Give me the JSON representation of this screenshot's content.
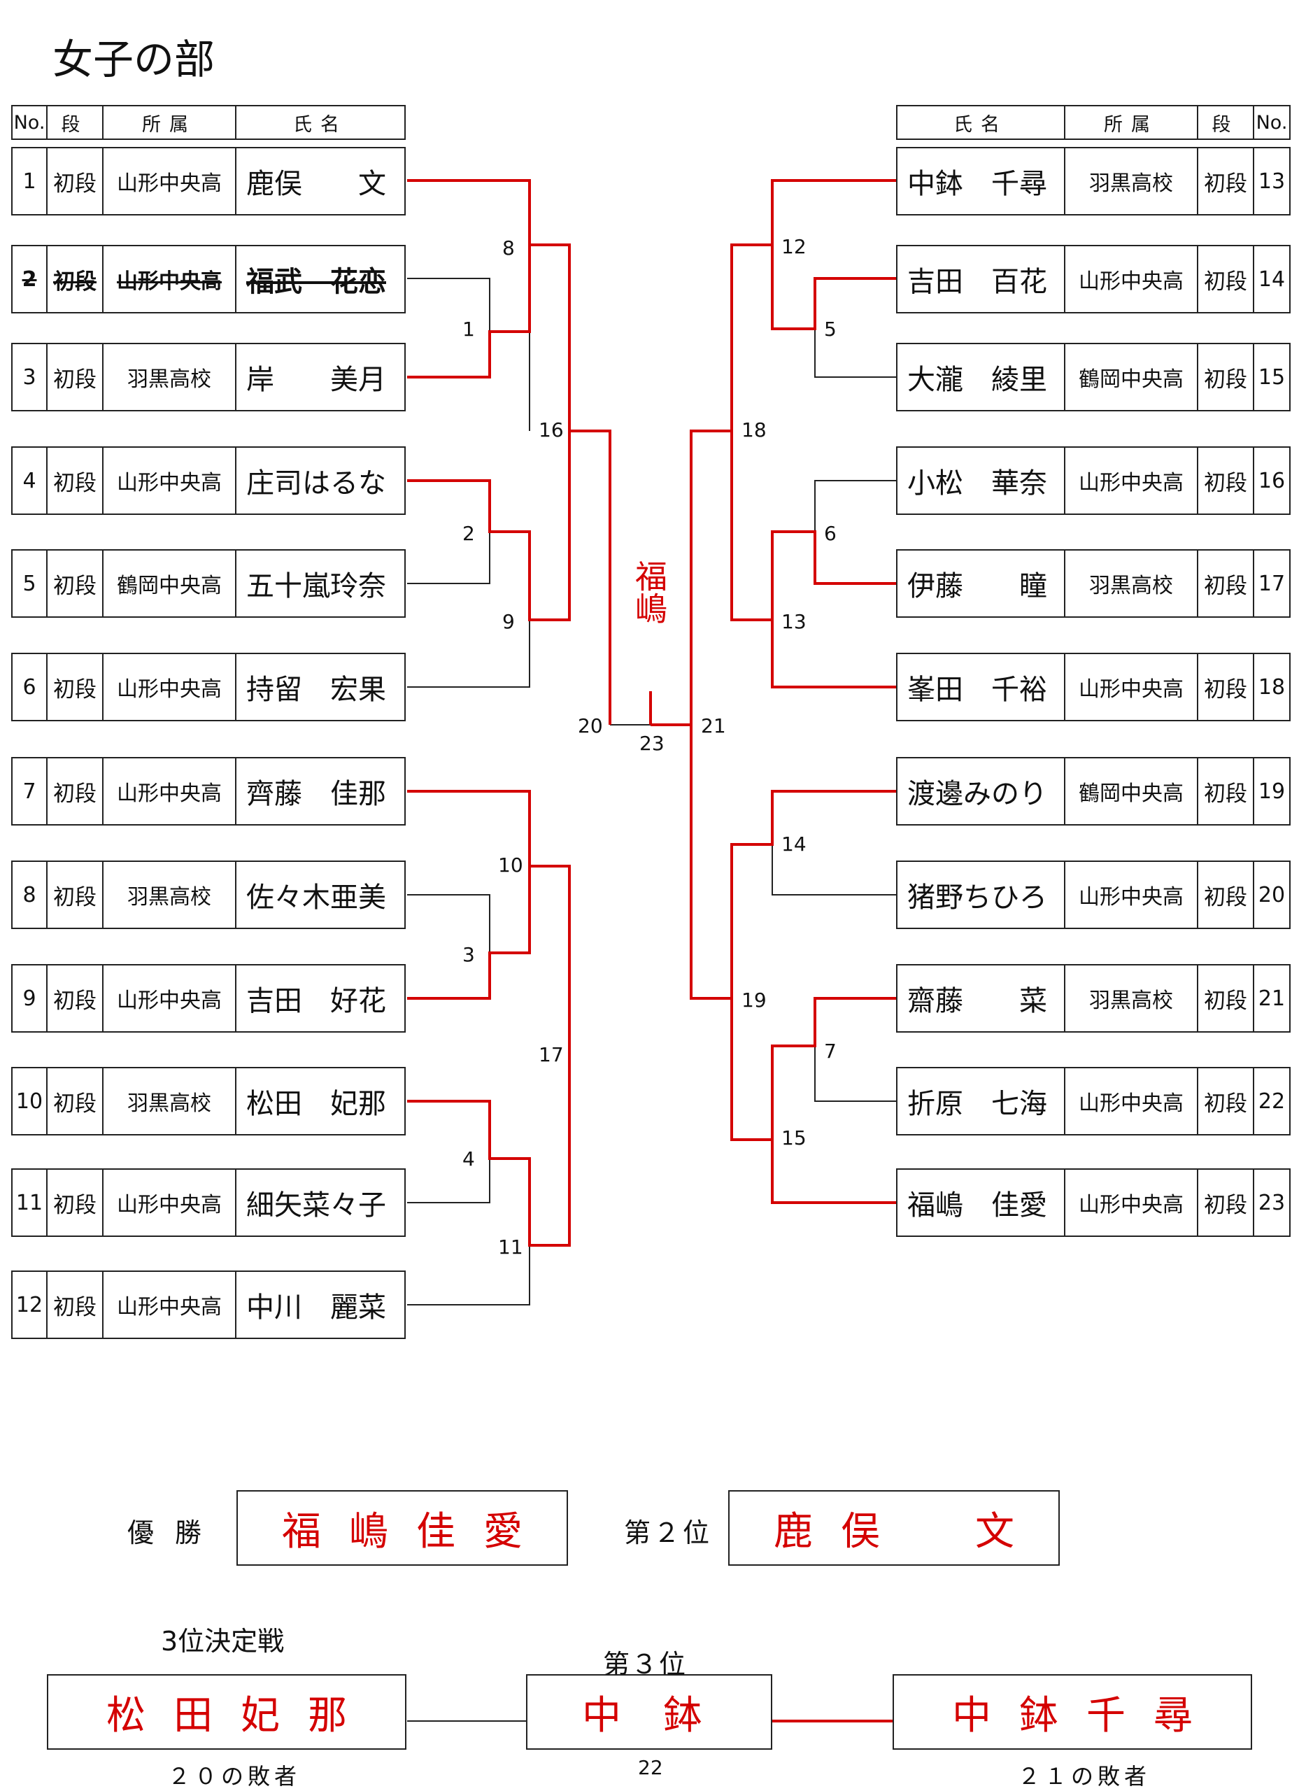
{
  "title": "女子の部",
  "headers_left": {
    "no": "No.",
    "dan": "段",
    "affil": "所属",
    "name": "氏名"
  },
  "headers_right": {
    "no": "No.",
    "dan": "段",
    "affil": "所属",
    "name": "氏名"
  },
  "left_players": [
    {
      "no": "1",
      "dan": "初段",
      "affil": "山形中央高",
      "name": "鹿俣　　文"
    },
    {
      "no": "2",
      "dan": "初段",
      "affil": "山形中央高",
      "name": "福武　花恋",
      "withdrawn": true
    },
    {
      "no": "3",
      "dan": "初段",
      "affil": "羽黒高校",
      "name": "岸　　美月"
    },
    {
      "no": "4",
      "dan": "初段",
      "affil": "山形中央高",
      "name": "庄司はるな"
    },
    {
      "no": "5",
      "dan": "初段",
      "affil": "鶴岡中央高",
      "name": "五十嵐玲奈"
    },
    {
      "no": "6",
      "dan": "初段",
      "affil": "山形中央高",
      "name": "持留　宏果"
    },
    {
      "no": "7",
      "dan": "初段",
      "affil": "山形中央高",
      "name": "齊藤　佳那"
    },
    {
      "no": "8",
      "dan": "初段",
      "affil": "羽黒高校",
      "name": "佐々木亜美"
    },
    {
      "no": "9",
      "dan": "初段",
      "affil": "山形中央高",
      "name": "吉田　好花"
    },
    {
      "no": "10",
      "dan": "初段",
      "affil": "羽黒高校",
      "name": "松田　妃那"
    },
    {
      "no": "11",
      "dan": "初段",
      "affil": "山形中央高",
      "name": "細矢菜々子"
    },
    {
      "no": "12",
      "dan": "初段",
      "affil": "山形中央高",
      "name": "中川　麗菜"
    }
  ],
  "right_players": [
    {
      "no": "13",
      "dan": "初段",
      "affil": "羽黒高校",
      "name": "中鉢　千尋"
    },
    {
      "no": "14",
      "dan": "初段",
      "affil": "山形中央高",
      "name": "吉田　百花"
    },
    {
      "no": "15",
      "dan": "初段",
      "affil": "鶴岡中央高",
      "name": "大瀧　綾里"
    },
    {
      "no": "16",
      "dan": "初段",
      "affil": "山形中央高",
      "name": "小松　華奈"
    },
    {
      "no": "17",
      "dan": "初段",
      "affil": "羽黒高校",
      "name": "伊藤　　瞳"
    },
    {
      "no": "18",
      "dan": "初段",
      "affil": "山形中央高",
      "name": "峯田　千裕"
    },
    {
      "no": "19",
      "dan": "初段",
      "affil": "鶴岡中央高",
      "name": "渡邊みのり"
    },
    {
      "no": "20",
      "dan": "初段",
      "affil": "山形中央高",
      "name": "猪野ちひろ"
    },
    {
      "no": "21",
      "dan": "初段",
      "affil": "羽黒高校",
      "name": "齋藤　　菜"
    },
    {
      "no": "22",
      "dan": "初段",
      "affil": "山形中央高",
      "name": "折原　七海"
    },
    {
      "no": "23",
      "dan": "初段",
      "affil": "山形中央高",
      "name": "福嶋　佳愛"
    }
  ],
  "match_numbers": {
    "m1": "1",
    "m2": "2",
    "m3": "3",
    "m4": "4",
    "m5": "5",
    "m6": "6",
    "m7": "7",
    "m8": "8",
    "m9": "9",
    "m10": "10",
    "m11": "11",
    "m12": "12",
    "m13": "13",
    "m14": "14",
    "m15": "15",
    "m16": "16",
    "m17": "17",
    "m18": "18",
    "m19": "19",
    "m20": "20",
    "m21": "21",
    "m22": "22",
    "m23": "23"
  },
  "final_winner_vertical": "福嶋",
  "results": {
    "champion_label": "優勝",
    "champion": "福嶋佳愛",
    "second_label": "第２位",
    "second": "鹿俣　文",
    "third_playoff_label": "3位決定戦",
    "third_label": "第３位",
    "third": "中鉢",
    "third_left": "松田妃那",
    "third_right": "中鉢千尋",
    "third_left_caption": "２０の敗者",
    "third_right_caption": "２１の敗者",
    "third_match_no": "22"
  },
  "colors": {
    "win_line": "#d40000",
    "line": "#222222",
    "result_text": "#d40000"
  }
}
